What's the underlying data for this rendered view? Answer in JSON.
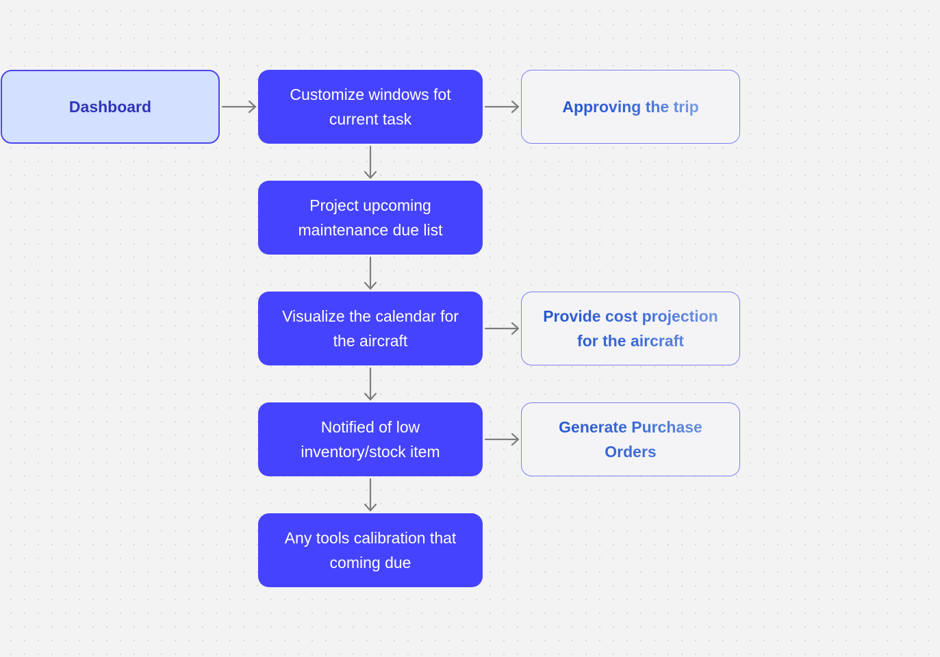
{
  "diagram": {
    "start": {
      "label": "Dashboard"
    },
    "steps": [
      {
        "label": "Customize windows fot current task"
      },
      {
        "label": "Project upcoming maintenance due list"
      },
      {
        "label": "Visualize the calendar for the aircraft"
      },
      {
        "label": "Notified of low inventory/stock item"
      },
      {
        "label": "Any tools calibration that coming due"
      }
    ],
    "outcomes": [
      {
        "label": "Approving the trip"
      },
      {
        "label": "Provide cost projection for the aircraft"
      },
      {
        "label": "Generate Purchase Orders"
      }
    ],
    "edges": [
      {
        "from": "Dashboard",
        "to": "Customize windows fot current task"
      },
      {
        "from": "Customize windows fot current task",
        "to": "Approving the trip"
      },
      {
        "from": "Customize windows fot current task",
        "to": "Project upcoming maintenance due list"
      },
      {
        "from": "Project upcoming maintenance due list",
        "to": "Visualize the calendar for the aircraft"
      },
      {
        "from": "Visualize the calendar for the aircraft",
        "to": "Provide cost projection for the aircraft"
      },
      {
        "from": "Visualize the calendar for the aircraft",
        "to": "Notified of low inventory/stock item"
      },
      {
        "from": "Notified of low inventory/stock item",
        "to": "Generate Purchase Orders"
      },
      {
        "from": "Notified of low inventory/stock item",
        "to": "Any tools calibration that coming due"
      }
    ],
    "colors": {
      "background": "#f3f3f3",
      "start_fill": "#d3e0ff",
      "start_border": "#4a45ee",
      "start_text": "#2f35b8",
      "step_fill": "#4543fe",
      "step_text": "#ffffff",
      "outcome_fill": "#f4f4f6",
      "outcome_border": "#7b7ef0",
      "outcome_text": "#2453cf",
      "arrow": "#7d7d7d"
    }
  }
}
